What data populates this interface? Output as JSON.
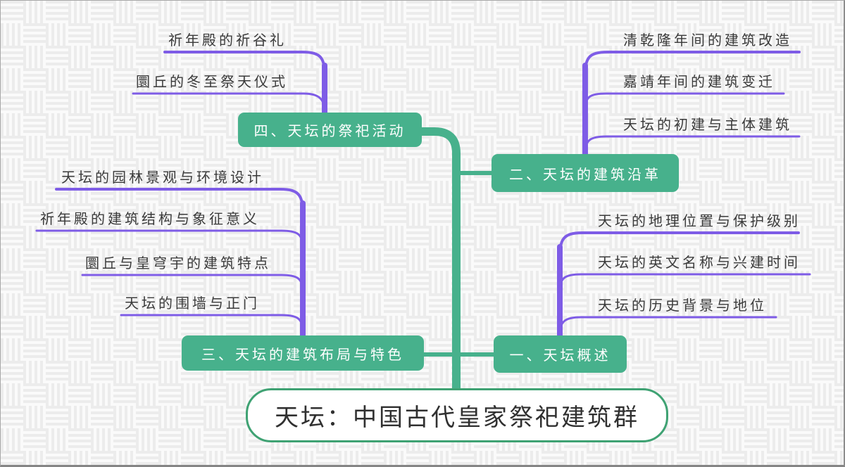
{
  "diagram": {
    "type": "mindmap",
    "root": {
      "label": "天坛：中国古代皇家祭祀建筑群"
    },
    "branches": [
      {
        "label": "一、天坛概述",
        "children": [
          "天坛的地理位置与保护级别",
          "天坛的英文名称与兴建时间",
          "天坛的历史背景与地位"
        ]
      },
      {
        "label": "二、天坛的建筑沿革",
        "children": [
          "清乾隆年间的建筑改造",
          "嘉靖年间的建筑变迁",
          "天坛的初建与主体建筑"
        ]
      },
      {
        "label": "三、天坛的建筑布局与特色",
        "children": [
          "天坛的园林景观与环境设计",
          "祈年殿的建筑结构与象征意义",
          "圜丘与皇穹宇的建筑特点",
          "天坛的围墙与正门"
        ]
      },
      {
        "label": "四、天坛的祭祀活动",
        "children": [
          "祈年殿的祈谷礼",
          "圜丘的冬至祭天仪式"
        ]
      }
    ],
    "colors": {
      "branch_node_fill": "#47B18C",
      "branch_node_text": "#ffffff",
      "trunk_line": "#47B18C",
      "subtopic_line": "#7E5CE6",
      "root_border": "#3FA273",
      "root_fill": "#ffffff",
      "subtopic_text": "#3A3A3A"
    }
  }
}
